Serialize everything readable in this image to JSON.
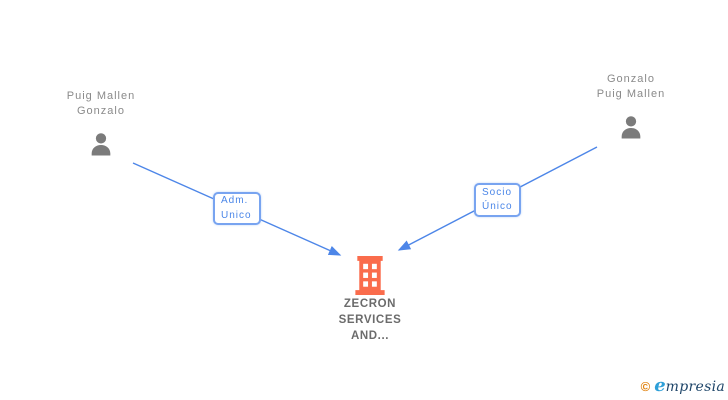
{
  "nodes": {
    "person_left": {
      "line1": "Puig Mallen",
      "line2": "Gonzalo"
    },
    "person_right": {
      "line1": "Gonzalo",
      "line2": "Puig Mallen"
    },
    "company": {
      "line1": "ZECRON",
      "line2": "SERVICES",
      "line3": "AND..."
    }
  },
  "edges": {
    "left": {
      "label_line1": "Adm.",
      "label_line2": "Unico",
      "from": "Puig Mallen Gonzalo",
      "to": "ZECRON SERVICES AND..."
    },
    "right": {
      "label_line1": "Socio",
      "label_line2": "Único",
      "from": "Gonzalo Puig Mallen",
      "to": "ZECRON SERVICES AND..."
    }
  },
  "icons": {
    "person_left": "person-icon",
    "person_right": "person-icon",
    "company": "building-icon"
  },
  "colors": {
    "edge_blue": "#4d86e8",
    "label_text_blue": "#4a86e8",
    "label_border_blue": "#78a4f0",
    "person_icon_gray": "#7b7b7b",
    "person_name_gray": "#8a8a8a",
    "company_name_gray": "#6b6b6b",
    "building_orange": "#fa6c4c",
    "logo_copyright_orange": "#e0820f",
    "logo_e_blue": "#2d9fd8",
    "logo_text_navy": "#1e4569"
  },
  "footer": {
    "copyright_symbol": "©",
    "logo_first_letter": "e",
    "logo_rest": "mpresia"
  }
}
